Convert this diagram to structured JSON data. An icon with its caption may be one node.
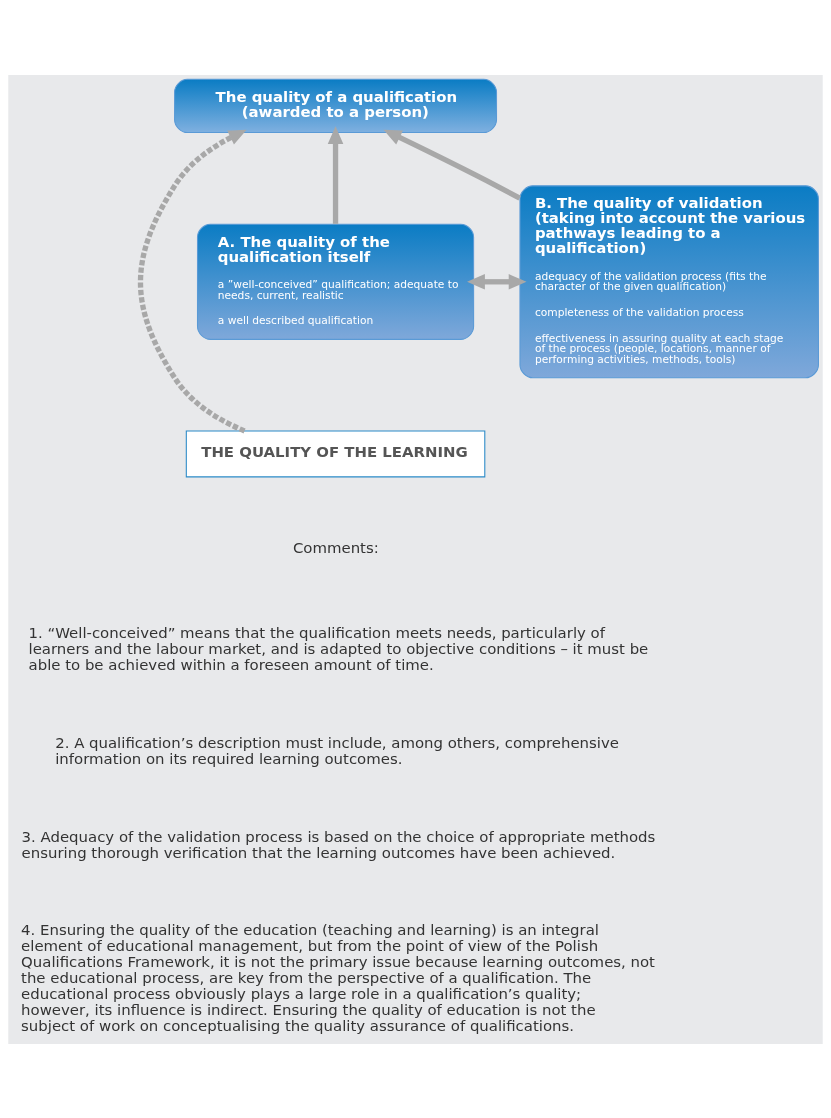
{
  "diagram": {
    "nodes": [
      {
        "text": [
          "The quality of a qualification (awarded to a person)"
        ]
      },
      {
        "text": [
          "A. The quality of the qualification itself",
          "a ”well-conceived” qualification; adequate to needs, current, realistic",
          "a well described qualification"
        ]
      },
      {
        "text": [
          "B. The quality of validation (taking into account the various pathways leading to a qualification)",
          "adequacy of the validation process (fits the character of the given qualification)",
          "completeness of the validation process",
          "effectiveness in assuring quality at each stage of the process (people, locations, manner of performing activities, methods, tools)"
        ]
      },
      {
        "text": [
          "THE QUALITY OF THE LEARNING"
        ]
      }
    ],
    "edges": [
      {
        "from": 1,
        "to": 0,
        "arrow": "to"
      },
      {
        "from": 3,
        "to": 0,
        "arrow": "to",
        "style": "dashed"
      },
      {
        "from": 2,
        "to": 0,
        "arrow": "to"
      },
      {
        "from": 1,
        "to": 2,
        "arrow": "both"
      }
    ],
    "labels": [
      "Comments:",
      "1. “Well-conceived” means that the qualification meets needs, particularly of learners and the labour market, and is adapted to objective conditions – it must be able to be achieved within a foreseen amount of time.",
      "2. A qualification’s description must include, among others, comprehensive information on its required learning outcomes.",
      "3. Adequacy of the validation process is based on the choice of appropriate methods ensuring thorough verification that the learning outcomes have been achieved.",
      "4. Ensuring the quality of the education (teaching and learning) is an integral element of educational management, but from the point of view of the Polish Qualifications Framework, it is not the primary issue because learning outcomes, not the educational process, are key from the perspective of a qualification. The educational process obviously plays a large role in a qualification’s quality; however, its influence is indirect. Ensuring the quality of education is not the subject of work on conceptualising the quality assurance of qualifications."
    ]
  }
}
